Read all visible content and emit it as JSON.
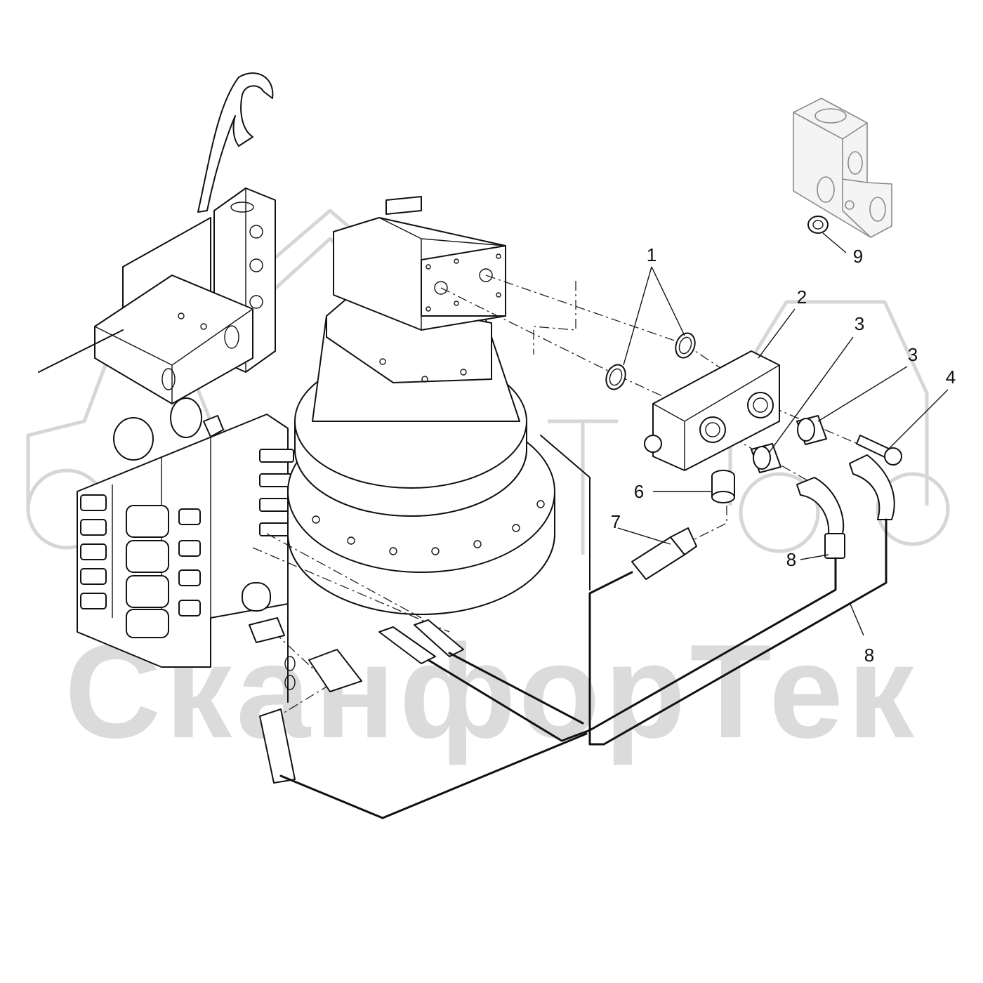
{
  "watermark": {
    "text": "СканфорТек",
    "color": "#cfcfcf",
    "logo_icon": "tractor-logo-icon"
  },
  "callouts": [
    {
      "id": "c1",
      "label": "1"
    },
    {
      "id": "c2",
      "label": "2"
    },
    {
      "id": "c3a",
      "label": "3"
    },
    {
      "id": "c3b",
      "label": "3"
    },
    {
      "id": "c4",
      "label": "4"
    },
    {
      "id": "c6",
      "label": "6"
    },
    {
      "id": "c7",
      "label": "7"
    },
    {
      "id": "c8a",
      "label": "8"
    },
    {
      "id": "c8b",
      "label": "8"
    },
    {
      "id": "c9",
      "label": "9"
    }
  ],
  "colors": {
    "line": "#111111",
    "inset": "#8a8a8a",
    "background": "#ffffff"
  }
}
